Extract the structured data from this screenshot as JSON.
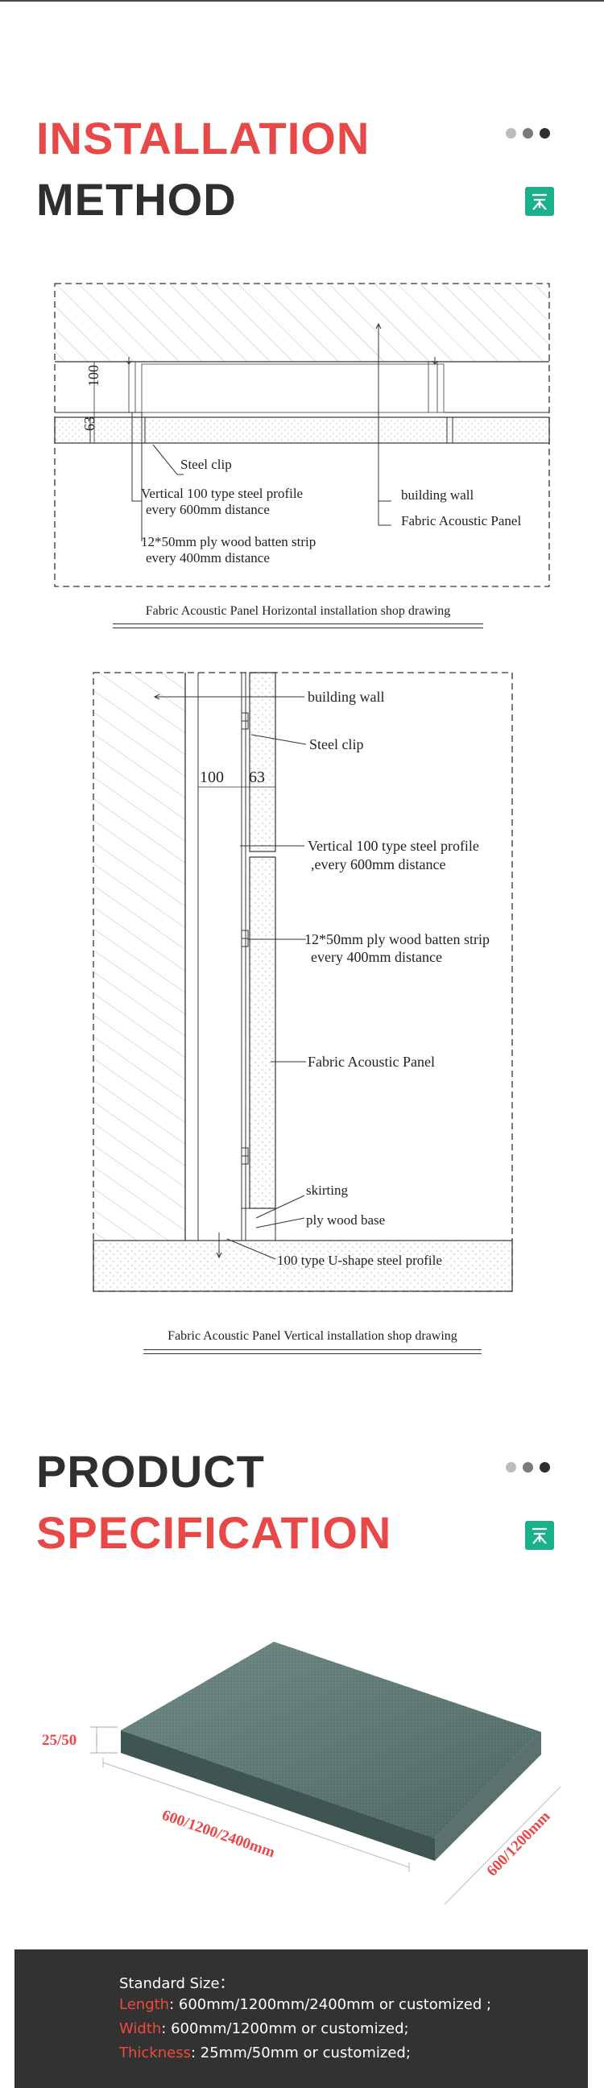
{
  "installation": {
    "title_line1": "INSTALLATION",
    "title_line2": "METHOD"
  },
  "colors": {
    "accent": "#e84848",
    "dark": "#2f2f2f",
    "logo": "#1ab08a",
    "dot1": "#bdbdbd",
    "dot2": "#7a7a7a",
    "dot3": "#2f2f2f"
  },
  "horizontal_drawing": {
    "dim_100": "100",
    "dim_63": "63",
    "steel_clip": "Steel clip",
    "profile_line1": "Vertical 100 type steel profile",
    "profile_line2": "every 600mm distance",
    "batten_line1": "12*50mm ply wood batten strip",
    "batten_line2": "every 400mm distance",
    "building_wall": "building wall",
    "fabric_panel": "Fabric Acoustic Panel",
    "caption": "Fabric Acoustic Panel Horizontal installation shop drawing"
  },
  "vertical_drawing": {
    "building_wall": "building wall",
    "steel_clip": "Steel clip",
    "dim_100": "100",
    "dim_63": "63",
    "profile_line1": "Vertical 100 type steel profile",
    "profile_line2": ",every 600mm distance",
    "batten_line1": "12*50mm ply wood batten strip",
    "batten_line2": "every 400mm distance",
    "fabric_panel": "Fabric Acoustic Panel",
    "skirting": "skirting",
    "ply_base": "ply wood base",
    "u_profile": "100 type U-shape steel profile",
    "caption": "Fabric Acoustic Panel Vertical installation shop drawing"
  },
  "product": {
    "title_line1": "PRODUCT",
    "title_line2": "SPECIFICATION",
    "dim_thickness": "25/50",
    "dim_length": "600/1200/2400mm",
    "dim_width": "600/1200mm"
  },
  "spec": {
    "heading": "Standard Size：",
    "length_key": "Length",
    "length_val": ": 600mm/1200mm/2400mm or customized ;",
    "width_key": "Width",
    "width_val": ": 600mm/1200mm or customized;",
    "thickness_key": "Thickness",
    "thickness_val": ": 25mm/50mm or customized;"
  }
}
